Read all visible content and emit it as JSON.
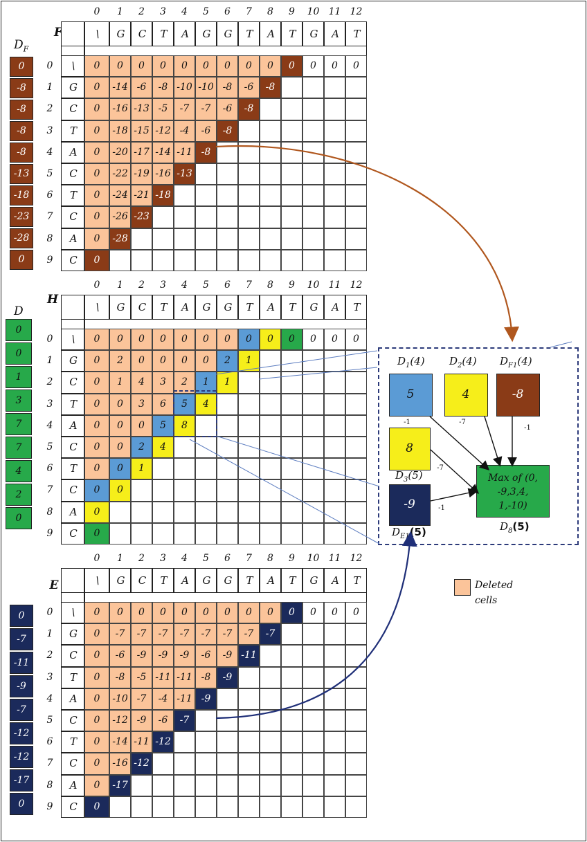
{
  "top_labels": [
    "0",
    "1",
    "2",
    "3",
    "4",
    "5",
    "6",
    "7",
    "8",
    "9",
    "10",
    "11",
    "12"
  ],
  "row_indices": [
    "0",
    "1",
    "2",
    "3",
    "4",
    "5",
    "6",
    "7",
    "8",
    "9"
  ],
  "seq_top": [
    "\\",
    "G",
    "C",
    "T",
    "A",
    "G",
    "G",
    "T",
    "A",
    "T",
    "G",
    "A",
    "T"
  ],
  "seq_left": [
    "\\",
    "G",
    "C",
    "T",
    "A",
    "C",
    "T",
    "C",
    "A",
    "C"
  ],
  "colors": {
    "deleted": "#fbc49a",
    "brown": "#8a3b17",
    "green": "#27a94a",
    "yellow": "#f6ee1a",
    "blue": "#5b9bd5",
    "navy": "#1b2a5b",
    "dash": "#2c3a7a"
  },
  "tables": [
    {
      "key": "F",
      "label": "F",
      "side_label": "D",
      "side_sub": "F",
      "side_values": [
        "0",
        "-8",
        "-8",
        "-8",
        "-8",
        "-13",
        "-18",
        "-23",
        "-28",
        "0"
      ],
      "side_color": "brown",
      "rows": [
        [
          "0",
          "0",
          "0",
          "0",
          "0",
          "0",
          "0",
          "0",
          "0",
          "0",
          "0",
          "0",
          "0"
        ],
        [
          "0",
          "-14",
          "-6",
          "-8",
          "-10",
          "-10",
          "-8",
          "-6",
          "-8",
          "",
          "",
          "",
          ""
        ],
        [
          "0",
          "-16",
          "-13",
          "-5",
          "-7",
          "-7",
          "-6",
          "-8",
          "",
          "",
          "",
          "",
          ""
        ],
        [
          "0",
          "-18",
          "-15",
          "-12",
          "-4",
          "-6",
          "-8",
          "",
          "",
          "",
          "",
          "",
          ""
        ],
        [
          "0",
          "-20",
          "-17",
          "-14",
          "-11",
          "-8",
          "",
          "",
          "",
          "",
          "",
          "",
          ""
        ],
        [
          "0",
          "-22",
          "-19",
          "-16",
          "-13",
          "",
          "",
          "",
          "",
          "",
          "",
          "",
          ""
        ],
        [
          "0",
          "-24",
          "-21",
          "-18",
          "",
          "",
          "",
          "",
          "",
          "",
          "",
          "",
          ""
        ],
        [
          "0",
          "-26",
          "-23",
          "",
          "",
          "",
          "",
          "",
          "",
          "",
          "",
          "",
          ""
        ],
        [
          "0",
          "-28",
          "",
          "",
          "",
          "",
          "",
          "",
          "",
          "",
          "",
          "",
          ""
        ],
        [
          "0",
          "",
          "",
          "",
          "",
          "",
          "",
          "",
          "",
          "",
          "",
          "",
          ""
        ]
      ],
      "diag_color": "brown"
    },
    {
      "key": "H",
      "label": "H",
      "side_label": "D",
      "side_sub": "",
      "side_values": [
        "0",
        "0",
        "1",
        "3",
        "7",
        "7",
        "4",
        "2",
        "0"
      ],
      "side_color": "green",
      "rows": [
        [
          "0",
          "0",
          "0",
          "0",
          "0",
          "0",
          "0",
          "0",
          "0",
          "0",
          "0",
          "0",
          "0"
        ],
        [
          "0",
          "2",
          "0",
          "0",
          "0",
          "0",
          "2",
          "1",
          "",
          "",
          "",
          "",
          ""
        ],
        [
          "0",
          "1",
          "4",
          "3",
          "2",
          "1",
          "1",
          "",
          "",
          "",
          "",
          "",
          ""
        ],
        [
          "0",
          "0",
          "3",
          "6",
          "5",
          "4",
          "",
          "",
          "",
          "",
          "",
          "",
          ""
        ],
        [
          "0",
          "0",
          "0",
          "5",
          "8",
          "",
          "",
          "",
          "",
          "",
          "",
          "",
          ""
        ],
        [
          "0",
          "0",
          "2",
          "4",
          "",
          "",
          "",
          "",
          "",
          "",
          "",
          "",
          ""
        ],
        [
          "0",
          "0",
          "1",
          "",
          "",
          "",
          "",
          "",
          "",
          "",
          "",
          "",
          ""
        ],
        [
          "0",
          "0",
          "",
          "",
          "",
          "",
          "",
          "",
          "",
          "",
          "",
          "",
          ""
        ],
        [
          "0",
          "",
          "",
          "",
          "",
          "",
          "",
          "",
          "",
          "",
          "",
          "",
          ""
        ],
        [
          "0",
          "",
          "",
          "",
          "",
          "",
          "",
          "",
          "",
          "",
          "",
          "",
          ""
        ]
      ]
    },
    {
      "key": "E",
      "label": "E",
      "side_label": "D",
      "side_sub": "E",
      "side_values": [
        "0",
        "-7",
        "-11",
        "-9",
        "-7",
        "-12",
        "-12",
        "-17",
        "0"
      ],
      "side_color": "navy",
      "rows": [
        [
          "0",
          "0",
          "0",
          "0",
          "0",
          "0",
          "0",
          "0",
          "0",
          "0",
          "0",
          "0",
          "0"
        ],
        [
          "0",
          "-7",
          "-7",
          "-7",
          "-7",
          "-7",
          "-7",
          "-7",
          "-7",
          "",
          "",
          "",
          ""
        ],
        [
          "0",
          "-6",
          "-9",
          "-9",
          "-9",
          "-6",
          "-9",
          "-11",
          "",
          "",
          "",
          "",
          ""
        ],
        [
          "0",
          "-8",
          "-5",
          "-11",
          "-11",
          "-8",
          "-9",
          "",
          "",
          "",
          "",
          "",
          ""
        ],
        [
          "0",
          "-10",
          "-7",
          "-4",
          "-11",
          "-9",
          "",
          "",
          "",
          "",
          "",
          "",
          ""
        ],
        [
          "0",
          "-12",
          "-9",
          "-6",
          "-7",
          "",
          "",
          "",
          "",
          "",
          "",
          "",
          ""
        ],
        [
          "0",
          "-14",
          "-11",
          "-12",
          "",
          "",
          "",
          "",
          "",
          "",
          "",
          "",
          ""
        ],
        [
          "0",
          "-16",
          "-12",
          "",
          "",
          "",
          "",
          "",
          "",
          "",
          "",
          "",
          ""
        ],
        [
          "0",
          "-17",
          "",
          "",
          "",
          "",
          "",
          "",
          "",
          "",
          "",
          "",
          ""
        ],
        [
          "0",
          "",
          "",
          "",
          "",
          "",
          "",
          "",
          "",
          "",
          "",
          "",
          ""
        ]
      ],
      "diag_color": "navy"
    }
  ],
  "inset": {
    "d1_label": "D",
    "d1_sub": "1",
    "d1_arg": "(4)",
    "d1_value": "5",
    "d2_label": "D",
    "d2_sub": "2",
    "d2_arg": "(4)",
    "d2_value": "4",
    "df1_label": "D",
    "df1_sub": "F1",
    "df1_arg": "(4)",
    "df1_value": "-8",
    "d3_label": "D",
    "d3_sub": "3",
    "d3_arg": "(5)",
    "d3_value": "8",
    "de1_label": "D",
    "de1_sub": "E1",
    "de1_arg": "(5)",
    "de1_value": "-9",
    "result_label": "D",
    "result_sub": "8",
    "result_arg": "(5)",
    "result_text_1": "Max of (0,",
    "result_text_2": "-9,3,4,",
    "result_text_3": "1,-10)",
    "w_d1": "-1",
    "w_d2": "-7",
    "w_df1": "-1",
    "w_d3": "-7",
    "w_de1": "-1"
  },
  "legend": {
    "line1": "Deleted",
    "line2": "cells"
  }
}
